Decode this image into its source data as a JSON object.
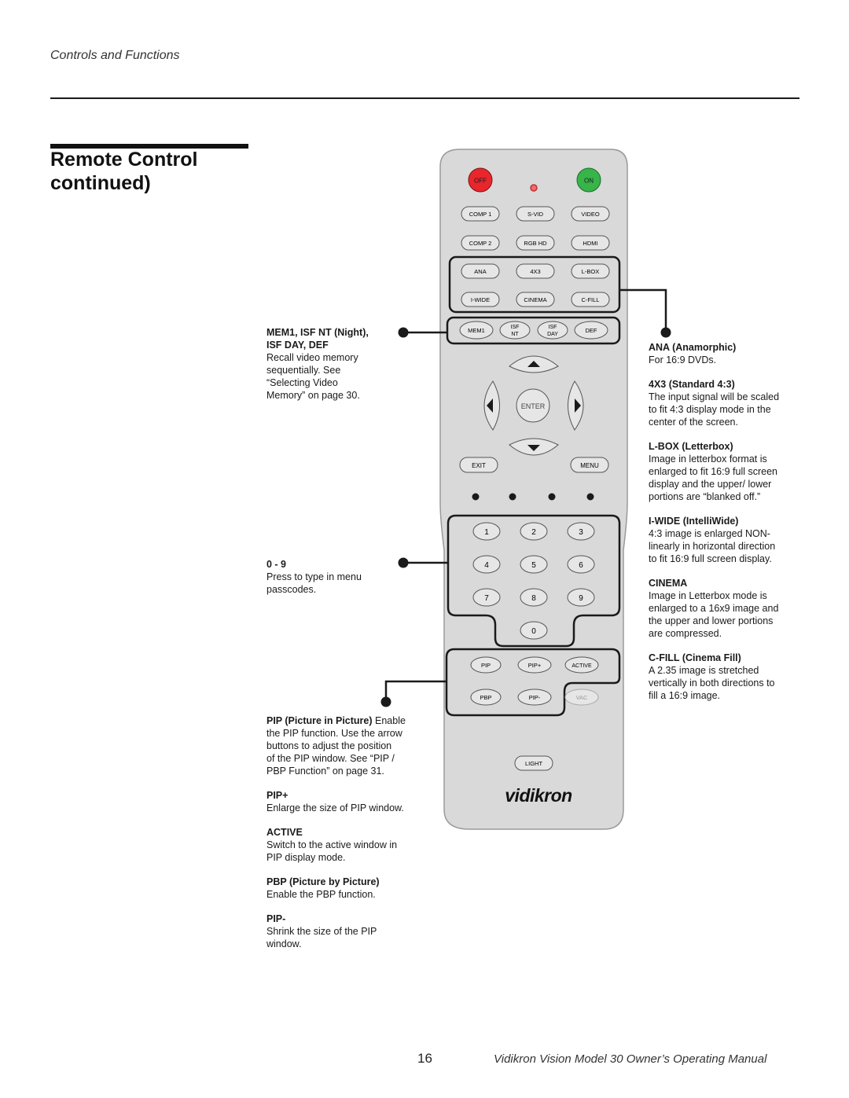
{
  "header": {
    "section": "Controls and Functions"
  },
  "title": {
    "line1": "Remote Control",
    "line2": "continued)"
  },
  "left_notes": {
    "mem": {
      "heading1": "MEM1, ISF NT (Night),",
      "heading2": "ISF DAY, DEF",
      "lines": [
        "Recall video memory",
        "sequentially. See",
        "“Selecting Video",
        "Memory” on page 30."
      ]
    },
    "digits": {
      "heading": "0 - 9",
      "lines": [
        "Press to type in menu",
        "passcodes."
      ]
    },
    "pip": {
      "heading": "PIP (Picture in Picture)",
      "first_rest": " Enable",
      "lines": [
        "the PIP function. Use the arrow",
        "buttons to adjust the position",
        "of the PIP window. See “PIP /",
        "PBP Function” on page 31."
      ]
    },
    "pipplus": {
      "heading": "PIP+",
      "lines": [
        "Enlarge the size of PIP window."
      ]
    },
    "active": {
      "heading": "ACTIVE",
      "lines": [
        "Switch to the active window in",
        "PIP display mode."
      ]
    },
    "pbp": {
      "heading": "PBP (Picture by Picture)",
      "lines": [
        "Enable the PBP function."
      ]
    },
    "pipminus": {
      "heading": "PIP-",
      "lines": [
        "Shrink the size of the PIP",
        "window."
      ]
    }
  },
  "right_notes": [
    {
      "heading": "ANA (Anamorphic)",
      "lines": [
        "For 16:9 DVDs."
      ]
    },
    {
      "heading": "4X3 (Standard 4:3)",
      "lines": [
        "The input signal will be scaled",
        "to fit 4:3 display mode in the",
        "center of the screen."
      ]
    },
    {
      "heading": "L-BOX (Letterbox)",
      "lines": [
        "Image in letterbox format is",
        "enlarged to fit 16:9 full screen",
        "display and the upper/ lower",
        "portions are “blanked off.”"
      ]
    },
    {
      "heading": "I-WIDE (IntelliWide)",
      "lines": [
        "4:3 image is enlarged NON-",
        "linearly in horizontal direction",
        "to fit 16:9 full screen display."
      ]
    },
    {
      "heading": "CINEMA",
      "lines": [
        "Image in Letterbox mode is",
        "enlarged to a 16x9 image and",
        "the upper and lower portions",
        "are compressed."
      ]
    },
    {
      "heading": "C-FILL (Cinema Fill)",
      "lines": [
        "A 2.35 image is stretched",
        "vertically in both directions to",
        "fill a 16:9 image."
      ]
    }
  ],
  "remote": {
    "off": "OFF",
    "on": "ON",
    "row1": [
      "COMP 1",
      "S-VID",
      "VIDEO"
    ],
    "row2": [
      "COMP 2",
      "RGB HD",
      "HDMI"
    ],
    "row3": [
      "ANA",
      "4X3",
      "L-BOX"
    ],
    "row4": [
      "I-WIDE",
      "CINEMA",
      "C-FILL"
    ],
    "mem1": "MEM1",
    "isf_nt": [
      "ISF",
      "NT"
    ],
    "isf_day": [
      "ISF",
      "DAY"
    ],
    "def": "DEF",
    "enter": "ENTER",
    "exit": "EXIT",
    "menu": "MENU",
    "digits": [
      "1",
      "2",
      "3",
      "4",
      "5",
      "6",
      "7",
      "8",
      "9",
      "0"
    ],
    "pip": "PIP",
    "pipplus": "PIP+",
    "active": "ACTIVE",
    "pbp": "PBP",
    "pipminus": "PIP-",
    "vac": "VAC",
    "light": "LIGHT",
    "brand": "vidikron"
  },
  "footer": {
    "page": "16",
    "manual": "Vidikron Vision Model 30 Owner’s Operating Manual"
  },
  "colors": {
    "remote_body": "#d9d9d9",
    "button": "#e4e4e4",
    "off": "#e8262c",
    "on": "#37b44a"
  }
}
